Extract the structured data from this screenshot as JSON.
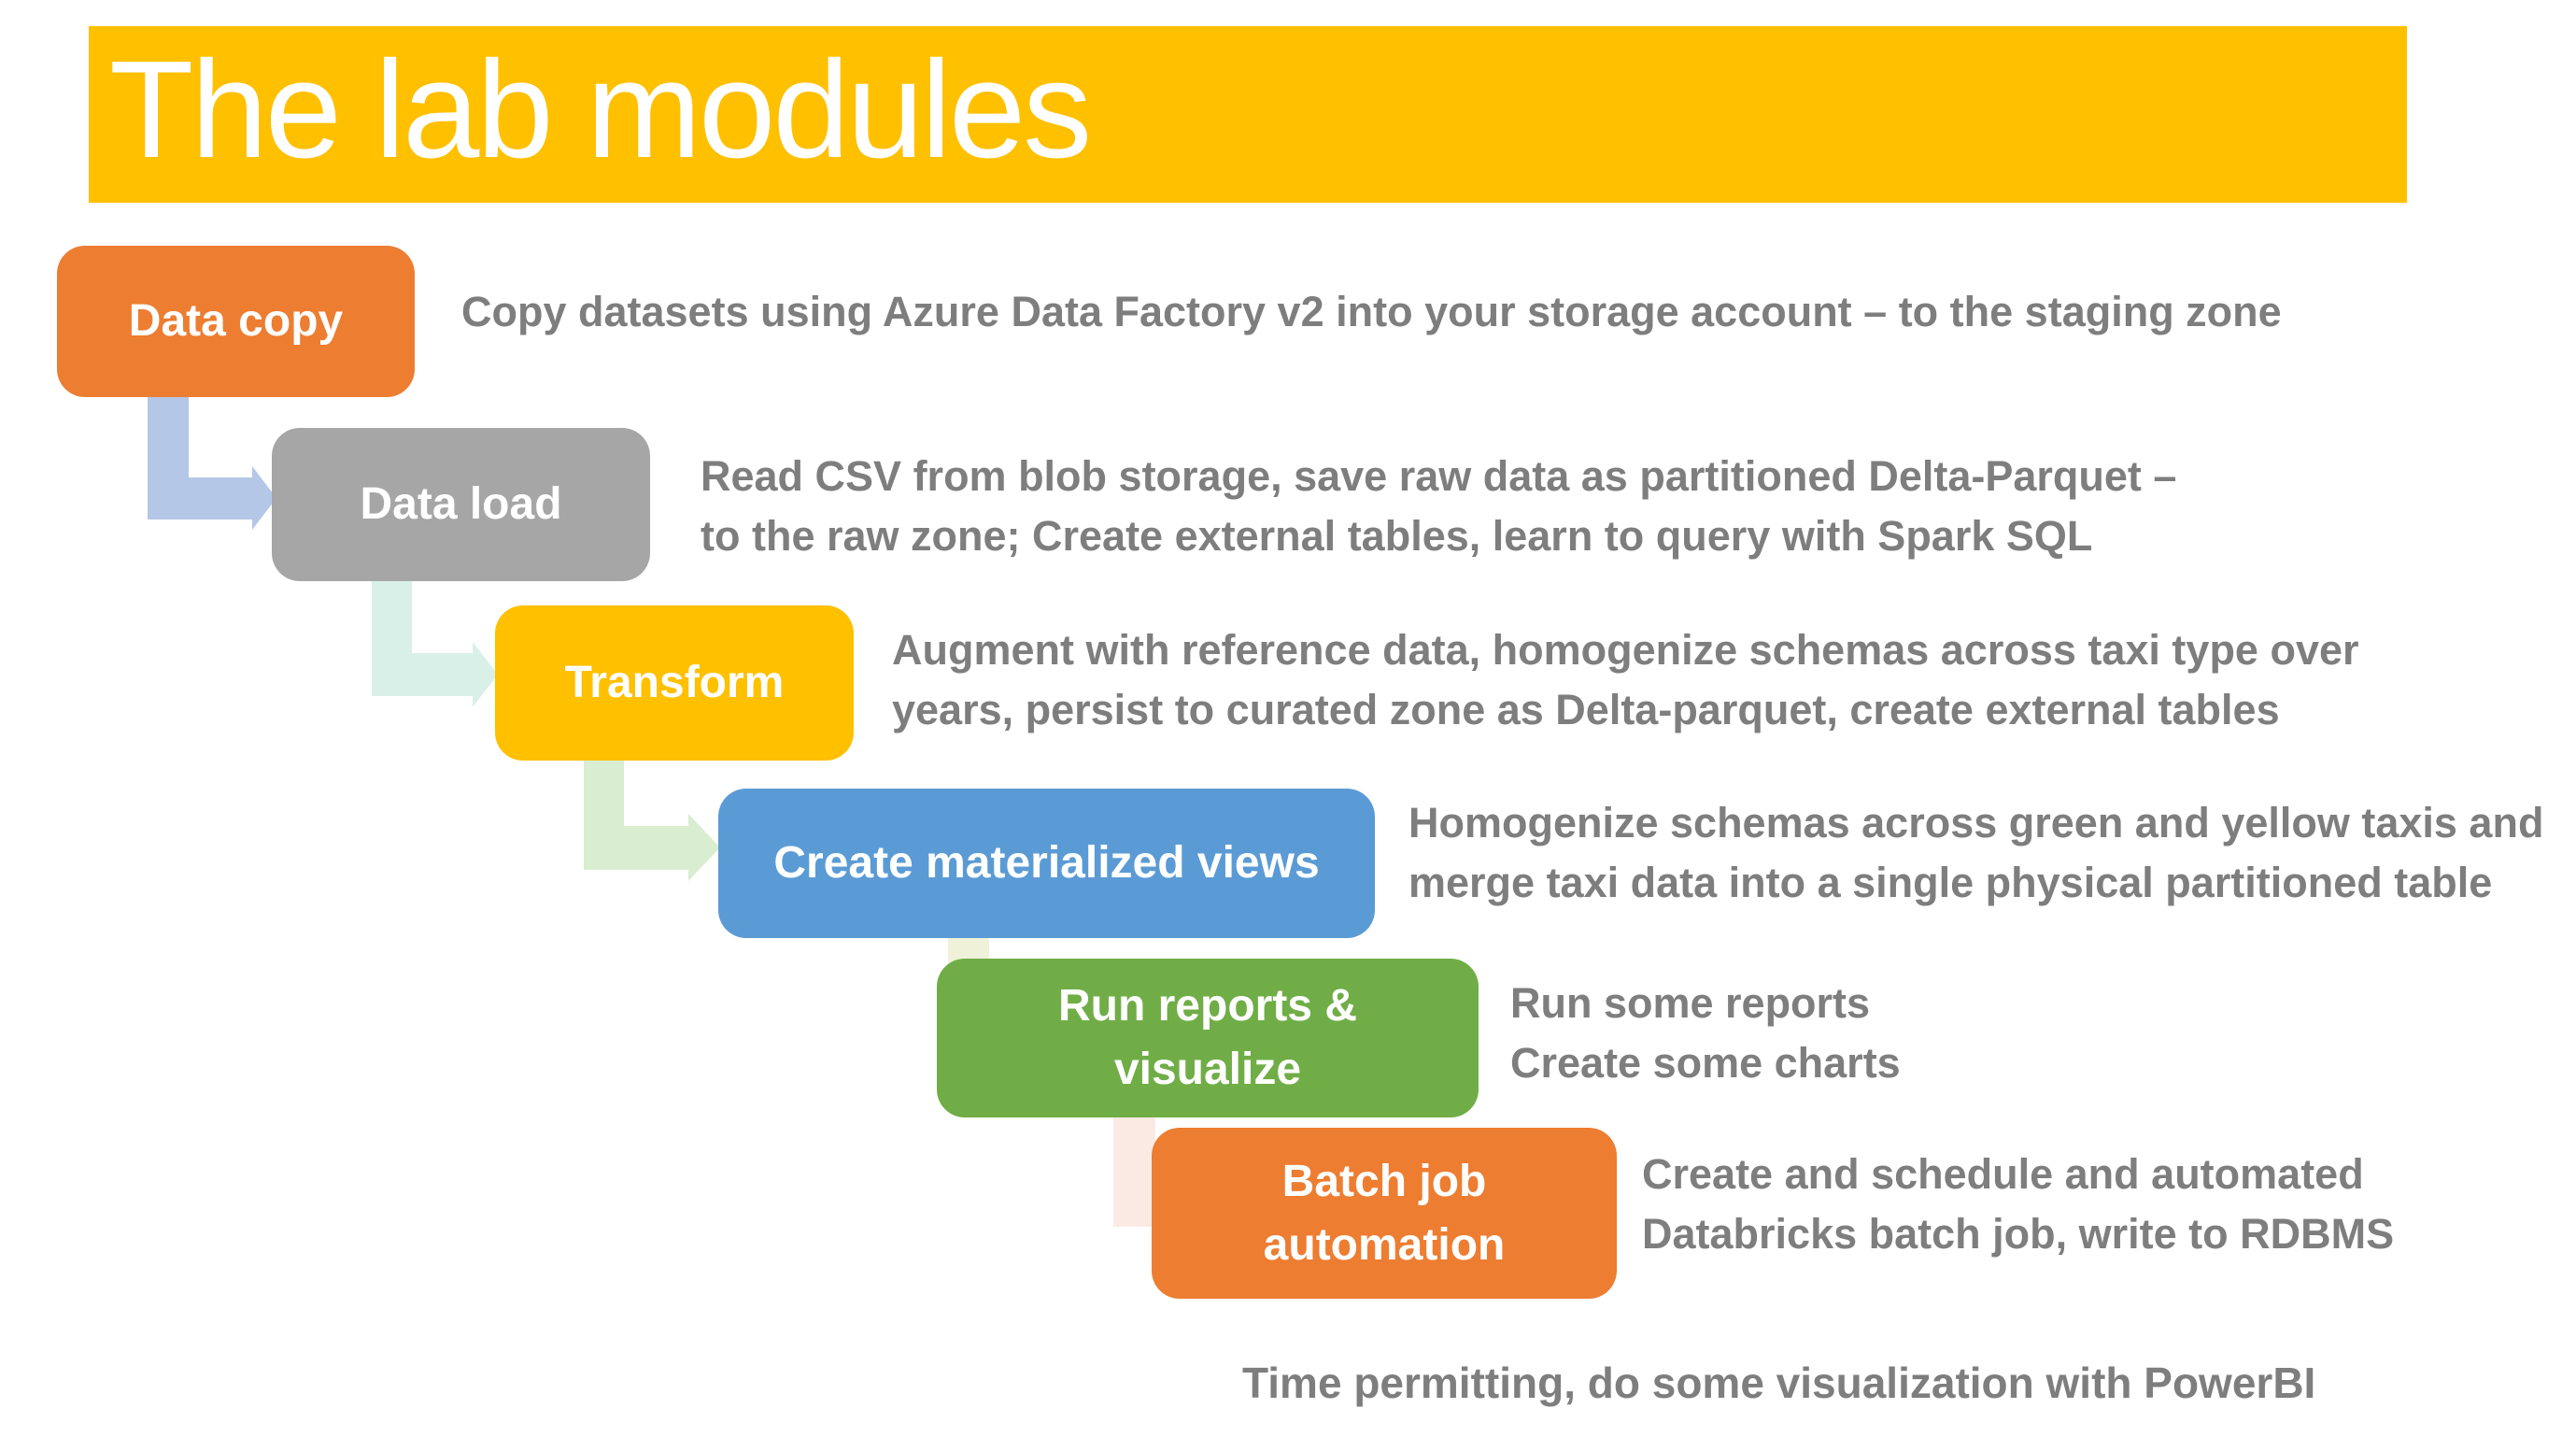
{
  "slide": {
    "title": "The lab modules",
    "background_color": "#FFFFFF",
    "banner_color": "#FFC000",
    "title_color": "#FFFFFF",
    "description_text_color": "#7E7E7E"
  },
  "modules": [
    {
      "label_lines": [
        "Data copy"
      ],
      "color": "#ED7D31",
      "desc_lines": [
        "Copy datasets using Azure Data Factory v2 into your storage account – to the staging zone"
      ]
    },
    {
      "label_lines": [
        "Data load"
      ],
      "color": "#A6A6A6",
      "desc_lines": [
        "Read CSV from blob storage, save raw data as partitioned Delta-Parquet –",
        "to the raw zone; Create external tables, learn to query with Spark SQL"
      ]
    },
    {
      "label_lines": [
        "Transform"
      ],
      "color": "#FFC000",
      "desc_lines": [
        "Augment with reference data, homogenize schemas across taxi type over",
        "years, persist to curated zone as Delta-parquet, create external tables"
      ]
    },
    {
      "label_lines": [
        "Create materialized views"
      ],
      "color": "#5B9BD5",
      "desc_lines": [
        "Homogenize schemas across green and yellow taxis and",
        "merge taxi data into a single physical partitioned table"
      ]
    },
    {
      "label_lines": [
        "Run reports &",
        "visualize"
      ],
      "color": "#70AD47",
      "desc_lines": [
        "Run some reports",
        "Create some charts"
      ]
    },
    {
      "label_lines": [
        "Batch job",
        "automation"
      ],
      "color": "#ED7D31",
      "desc_lines": [
        "Create and schedule and automated",
        "Databricks batch job, write to RDBMS"
      ]
    }
  ],
  "connectors": [
    {
      "from": "Data copy",
      "to": "Data load",
      "style": "elbow-arrow",
      "color": "#B4C7E7"
    },
    {
      "from": "Data load",
      "to": "Transform",
      "style": "elbow-arrow",
      "color": "#D9F0E9"
    },
    {
      "from": "Transform",
      "to": "Create materialized views",
      "style": "elbow-arrow",
      "color": "#D9EDD1"
    },
    {
      "from": "Create materialized views",
      "to": "Run reports & visualize",
      "style": "stub",
      "color": "#EFF1D9"
    },
    {
      "from": "Run reports & visualize",
      "to": "Batch job automation",
      "style": "stub",
      "color": "#FBEAE4"
    }
  ],
  "footnote": "Time permitting, do some visualization with PowerBI"
}
